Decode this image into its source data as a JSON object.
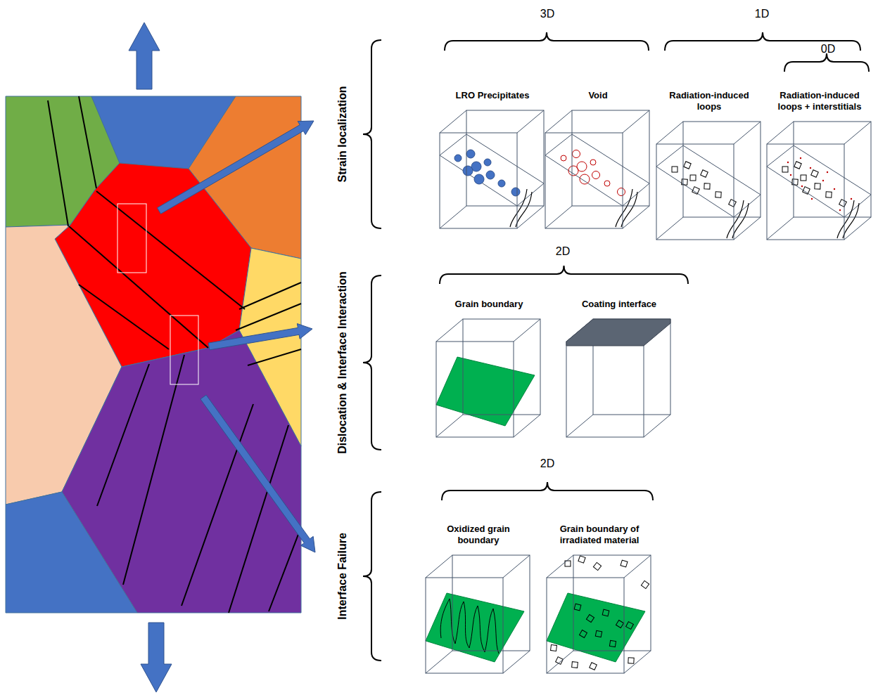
{
  "diagram": {
    "nodes": [
      {
        "text": [
          "LRO Precipitates"
        ]
      },
      {
        "text": [
          "Void"
        ]
      },
      {
        "text": [
          "Radiation-induced loops"
        ]
      },
      {
        "text": [
          "Radiation-induced loops + interstitials"
        ]
      },
      {
        "text": [
          "Grain boundary"
        ]
      },
      {
        "text": [
          "Coating interface"
        ]
      },
      {
        "text": [
          "Oxidized grain boundary"
        ]
      },
      {
        "text": [
          "Grain boundary of irradiated material"
        ]
      }
    ],
    "labels": [
      "3D",
      "1D",
      "0D",
      "Strain localization",
      "2D",
      "Dislocation & Interface Interaction",
      "2D",
      "Interface Failure"
    ]
  }
}
